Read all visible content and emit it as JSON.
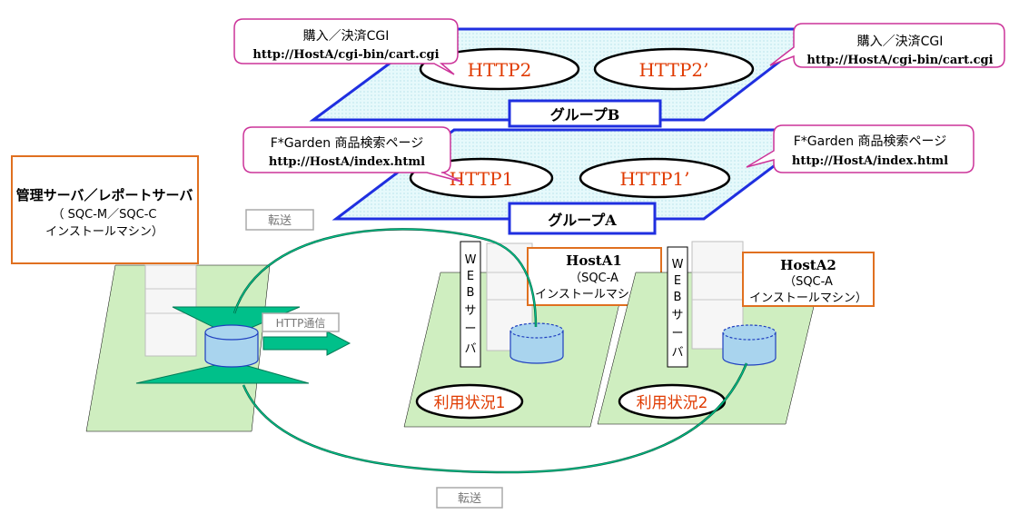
{
  "group_b": {
    "label": "グループB",
    "callout_left": {
      "line1": "購入／決済CGI",
      "line2": "http://HostA/cgi-bin/cart.cgi"
    },
    "callout_right": {
      "line1": "購入／決済CGI",
      "line2": "http://HostA/cgi-bin/cart.cgi"
    },
    "node_left": "HTTP2",
    "node_right": "HTTP2’"
  },
  "group_a": {
    "label": "グループA",
    "callout_left": {
      "line1": "F*Garden 商品検索ページ",
      "line2": "http://HostA/index.html"
    },
    "callout_right": {
      "line1": "F*Garden 商品検索ページ",
      "line2": "http://HostA/index.html"
    },
    "node_left": "HTTP1",
    "node_right": "HTTP1’"
  },
  "mgmt": {
    "title": "管理サーバ／レポートサーバ",
    "line2": "（ SQC-M／SQC-C",
    "line3": "インストールマシン）"
  },
  "transfer_top": "転送",
  "transfer_bottom": "転送",
  "http_comm": "HTTP通信",
  "host_a1": {
    "name": "HostA1",
    "line2": "（SQC-A",
    "line3": "インストールマシン）",
    "web": "WEBサーバ",
    "usage": "利用状況1"
  },
  "host_a2": {
    "name": "HostA2",
    "line2": "（SQC-A",
    "line3": "インストールマシン）",
    "web": "WEBサーバ",
    "usage": "利用状況2"
  },
  "colors": {
    "plane_fill": "#dff6f8",
    "plane_border": "#1f2fe0",
    "callout_border": "#cc3399",
    "orange_border": "#e07020",
    "red_text": "#e03a00",
    "green_fill": "#cfeec0",
    "teal": "#00c08a",
    "db_fill": "#a9d4ee"
  }
}
